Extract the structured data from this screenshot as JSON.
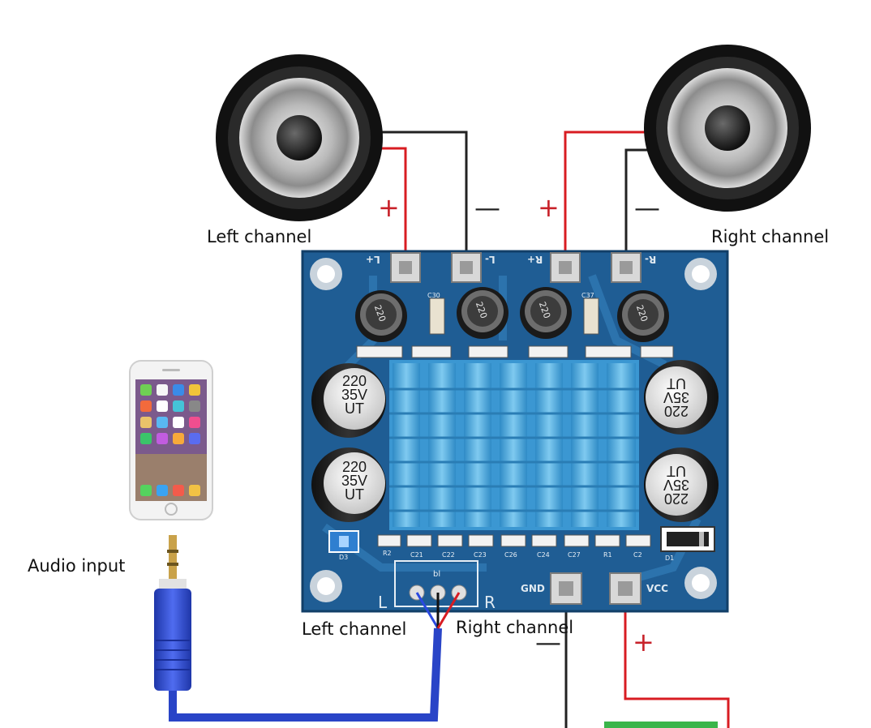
{
  "labels": {
    "left_speaker": "Left channel",
    "right_speaker": "Right channel",
    "audio_input": "Audio input",
    "input_left": "Left channel",
    "input_right": "Right channel"
  },
  "polarity": {
    "plus": "+",
    "minus": "—"
  },
  "board": {
    "terminals": [
      "L+",
      "L-",
      "R+",
      "R-"
    ],
    "gnd": "GND",
    "vcc": "VCC",
    "input_l": "L",
    "input_r": "R",
    "capacitor_lines": [
      "220",
      "35V",
      "UT"
    ],
    "inductor_text": "220",
    "small_labels": [
      "D3",
      "R2",
      "C21",
      "C22",
      "C23",
      "C26",
      "C24",
      "C27",
      "R1",
      "C2",
      "D1",
      "C30",
      "C37",
      "bl"
    ]
  },
  "colors": {
    "pcb": "#1f5d94",
    "heatsink": "#4aa8dc",
    "plug": "#2944c7",
    "wire_positive": "#d81c22",
    "wire_negative": "#222222",
    "sign_positive": "#c8222a"
  }
}
